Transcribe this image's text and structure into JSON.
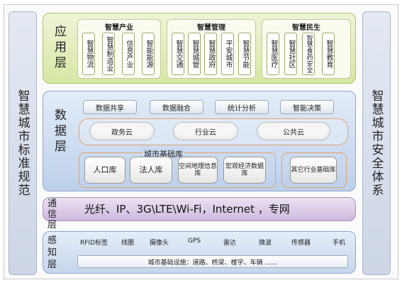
{
  "side_left": "智慧城市标准规范",
  "side_right": "智慧城市安全体系",
  "application": {
    "title": "应用层",
    "groups": [
      {
        "title": "智慧产业",
        "items": [
          "智慧物流",
          "智慧制造业",
          "信息产业",
          "智能能源"
        ]
      },
      {
        "title": "智慧管理",
        "items": [
          "智慧交通",
          "智慧城管",
          "智慧政府",
          "平安城市",
          "智慧节能"
        ]
      },
      {
        "title": "智慧民生",
        "items": [
          "智慧医疗",
          "智慧社区",
          "智慧食药安全",
          "智慧教育"
        ]
      }
    ]
  },
  "data_layer": {
    "title": "数据层",
    "functions": [
      "数据共享",
      "数据融合",
      "统计分析",
      "智能决策"
    ],
    "clouds": [
      "政务云",
      "行业云",
      "公共云"
    ],
    "city_base_label": "城市基础库",
    "databases": [
      "人口库",
      "法人库",
      "空间地理信息库",
      "宏观经济数据库"
    ],
    "other_db": "其它行业基础库"
  },
  "comm_layer": {
    "title": "通信层",
    "text": "光纤、IP、3G\\LTE\\Wi-Fi，Internet ，专网"
  },
  "sensing_layer": {
    "title": "感知层",
    "items": [
      "RFID标签",
      "线圈",
      "摄像头",
      "GPS",
      "雷达",
      "微波",
      "传感器",
      "手机"
    ],
    "infra": "城市基础设施：道路、桥梁、楼宇、车辆    ……"
  }
}
